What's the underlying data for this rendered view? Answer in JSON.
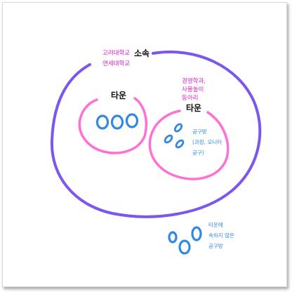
{
  "colors": {
    "affiliation": "#7b57f0",
    "town": "#ff6fd6",
    "group": "#3388e0",
    "magenta_text": "#e01fc8",
    "blue_text": "#3388e0",
    "dark_text": "#111111"
  },
  "affiliation": {
    "title": "소속",
    "orgs": [
      "고려대학교",
      "연세대학교"
    ]
  },
  "town_left": {
    "title": "타운"
  },
  "town_right": {
    "title": "타운",
    "orgs": [
      "경영학과,",
      "사물놀이",
      "동아리"
    ],
    "group_note": [
      "공구방",
      "(과장, 모니터",
      "공구)"
    ]
  },
  "outside": {
    "note": [
      "타운에",
      "속하지 않은",
      "공구방"
    ]
  }
}
